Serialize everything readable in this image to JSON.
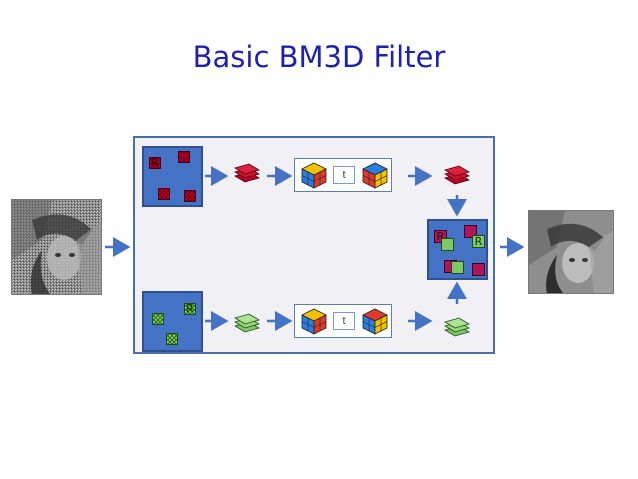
{
  "title": "Basic BM3D Filter",
  "transform_label": "t",
  "block_glyph": "R",
  "icons": {
    "input_image": "noisy-portrait-image",
    "output_image": "denoised-portrait-image",
    "transform": "rubiks-cube-icon"
  },
  "colors": {
    "title": "#1f1fb2",
    "frame_border": "#4a6fa5",
    "blue_box": "#4472c4",
    "red_block": "#c0002a",
    "green_block": "#8bd46a",
    "arrow": "#4472c4"
  }
}
